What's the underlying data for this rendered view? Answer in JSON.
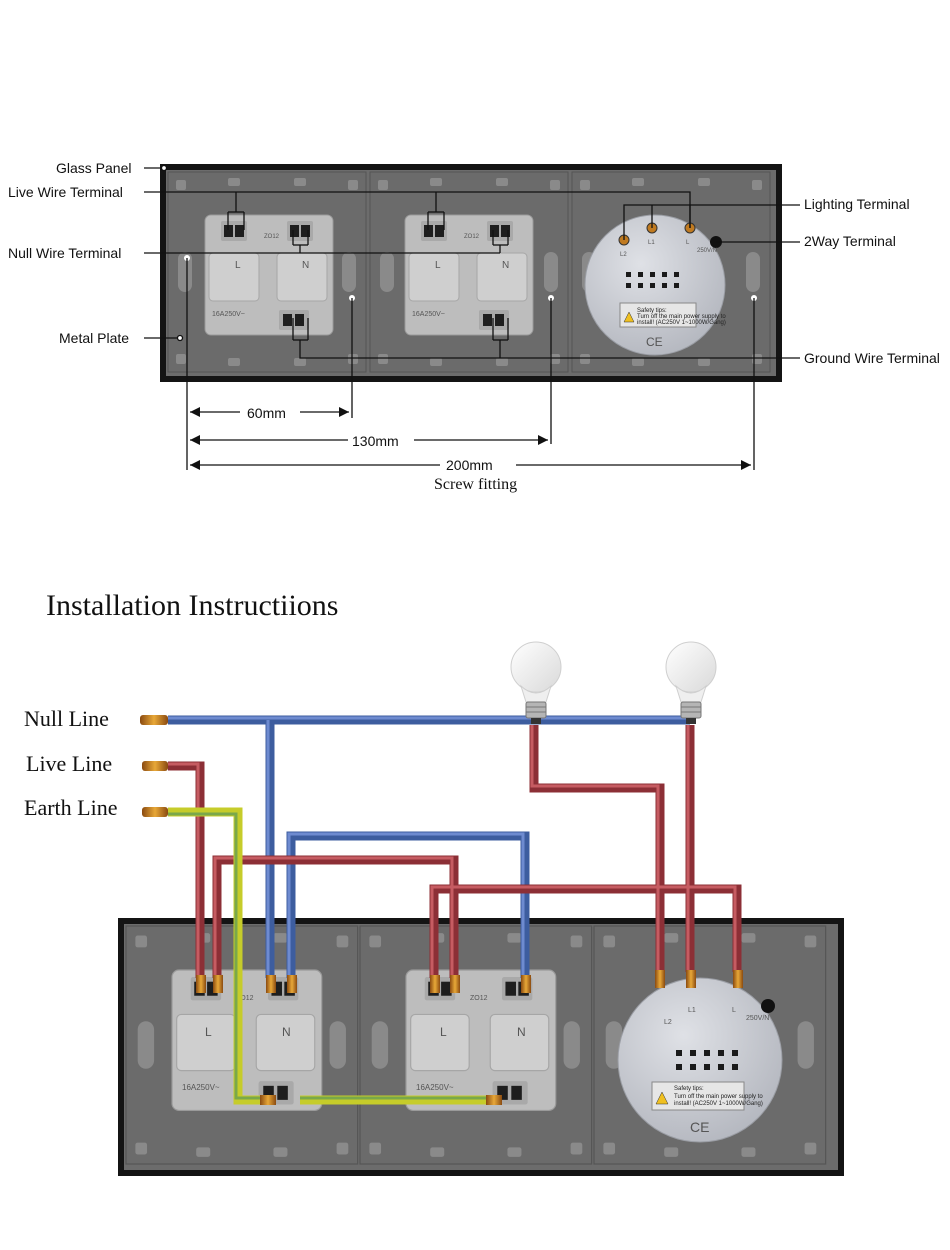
{
  "top_diagram": {
    "labels": {
      "glass_panel": "Glass Panel",
      "live_wire_terminal": "Live Wire Terminal",
      "null_wire_terminal": "Null Wire Terminal",
      "metal_plate": "Metal Plate",
      "lighting_terminal": "Lighting Terminal",
      "two_way_terminal": "2Way Terminal",
      "ground_wire_terminal": "Ground Wire Terminal"
    },
    "dimensions": {
      "d1": "60mm",
      "d2": "130mm",
      "d3": "200mm",
      "screw_fitting": "Screw fitting"
    }
  },
  "section_title": "Installation Instructiions",
  "bottom_diagram": {
    "lines": {
      "null_line": "Null Line",
      "live_line": "Live Line",
      "earth_line": "Earth Line"
    }
  },
  "module_text": {
    "socket_l": "L",
    "socket_n": "N",
    "socket_model": "ZO12",
    "socket_rating": "16A250V~",
    "switch_rating": "250V/N",
    "switch_l2": "L2",
    "switch_l1": "L1",
    "switch_l": "L",
    "safety_title": "Safety tips:",
    "safety_line1": "Turn off the main power supply to",
    "safety_line2": "install! (AC250V  1~1000W/Gang)",
    "ce_mark": "CE"
  },
  "colors": {
    "frame": "#1a1a1a",
    "panel": "#6d6d6d",
    "module": "#b9b9b9",
    "switch_disc": "#c9ccd3",
    "live_wire": "#9a3a3f",
    "null_wire": "#4464a8",
    "earth_wire_yellow": "#d8d72a",
    "earth_wire_green": "#6fa23a",
    "copper": "#c07a20"
  }
}
